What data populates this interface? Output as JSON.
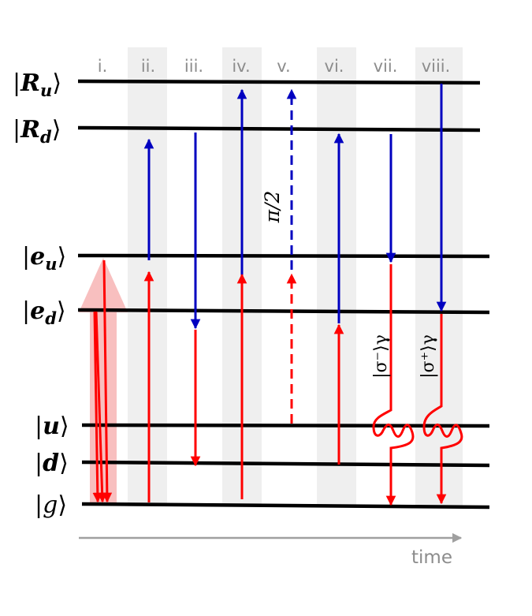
{
  "steps": [
    "i.",
    "ii.",
    "iii.",
    "iv.",
    "v.",
    "vi.",
    "vii.",
    "viii."
  ],
  "levels": {
    "Ru": "Ru",
    "Rd": "Rd",
    "eu": "eu",
    "ed": "ed",
    "u": "u",
    "d": "d",
    "g": "g"
  },
  "annotations": {
    "pi_half": "π/2",
    "sigma_minus": "|σ⁻⟩γ",
    "sigma_plus": "|σ⁺⟩γ",
    "time": "time"
  },
  "colors": {
    "red": "#ff0000",
    "blue": "#0000c0",
    "gray_band": "#efefef",
    "pink_arrow": "#f7b8b8",
    "axis_gray": "#a0a0a0"
  }
}
